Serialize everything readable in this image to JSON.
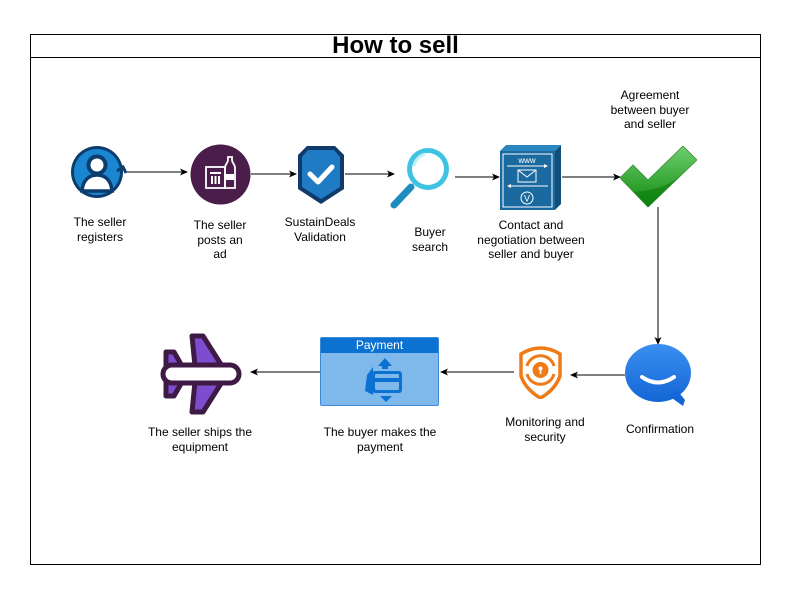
{
  "title": "How to sell",
  "steps": [
    {
      "id": "register",
      "label_lines": [
        "The seller",
        "registers"
      ],
      "icon": "user-profile-icon"
    },
    {
      "id": "post-ad",
      "label_lines": [
        "The seller",
        "posts an",
        "ad"
      ],
      "icon": "products-icon"
    },
    {
      "id": "validation",
      "label_lines": [
        "SustainDeals",
        "Validation"
      ],
      "icon": "shield-check-icon"
    },
    {
      "id": "buyer-search",
      "label_lines": [
        "Buyer",
        "search"
      ],
      "icon": "magnifier-icon"
    },
    {
      "id": "contact",
      "label_lines": [
        "Contact and",
        "negotiation between",
        "seller and buyer"
      ],
      "icon": "web-mail-icon",
      "icon_text": "www",
      "icon_badge": "V"
    },
    {
      "id": "agreement",
      "label_lines": [
        "Agreement",
        "between buyer",
        "and seller"
      ],
      "icon": "green-checkmark-icon"
    },
    {
      "id": "confirmation",
      "label_lines": [
        "Confirmation"
      ],
      "icon": "chat-bubble-icon"
    },
    {
      "id": "monitoring",
      "label_lines": [
        "Monitoring and",
        "security"
      ],
      "icon": "security-lock-shield-icon"
    },
    {
      "id": "payment",
      "label_lines": [
        "The buyer makes the",
        "payment"
      ],
      "icon": "payment-card-icon",
      "box_title": "Payment"
    },
    {
      "id": "ship",
      "label_lines": [
        "The seller ships the",
        "equipment"
      ],
      "icon": "airplane-icon"
    }
  ],
  "flow": [
    [
      "register",
      "post-ad"
    ],
    [
      "post-ad",
      "validation"
    ],
    [
      "validation",
      "buyer-search"
    ],
    [
      "buyer-search",
      "contact"
    ],
    [
      "contact",
      "agreement"
    ],
    [
      "agreement",
      "confirmation"
    ],
    [
      "confirmation",
      "monitoring"
    ],
    [
      "monitoring",
      "payment"
    ],
    [
      "payment",
      "ship"
    ]
  ],
  "colors": {
    "user_blue": "#1a86d0",
    "user_dark": "#0c3d6e",
    "ad_purple": "#4a1d4b",
    "shield_blue": "#1e7bc4",
    "shield_dark": "#103a6a",
    "search_cyan": "#3fc3e3",
    "search_handle": "#1c8dbd",
    "mail_blue": "#1a6aa0",
    "check_green": "#2e9e2e",
    "chat_blue": "#1f7ae8",
    "security_orange": "#f07a16",
    "payment_blue": "#7fb8ea",
    "payment_header": "#0b72d1",
    "plane_purple": "#7c4ecf",
    "plane_dark": "#3e1a45"
  }
}
